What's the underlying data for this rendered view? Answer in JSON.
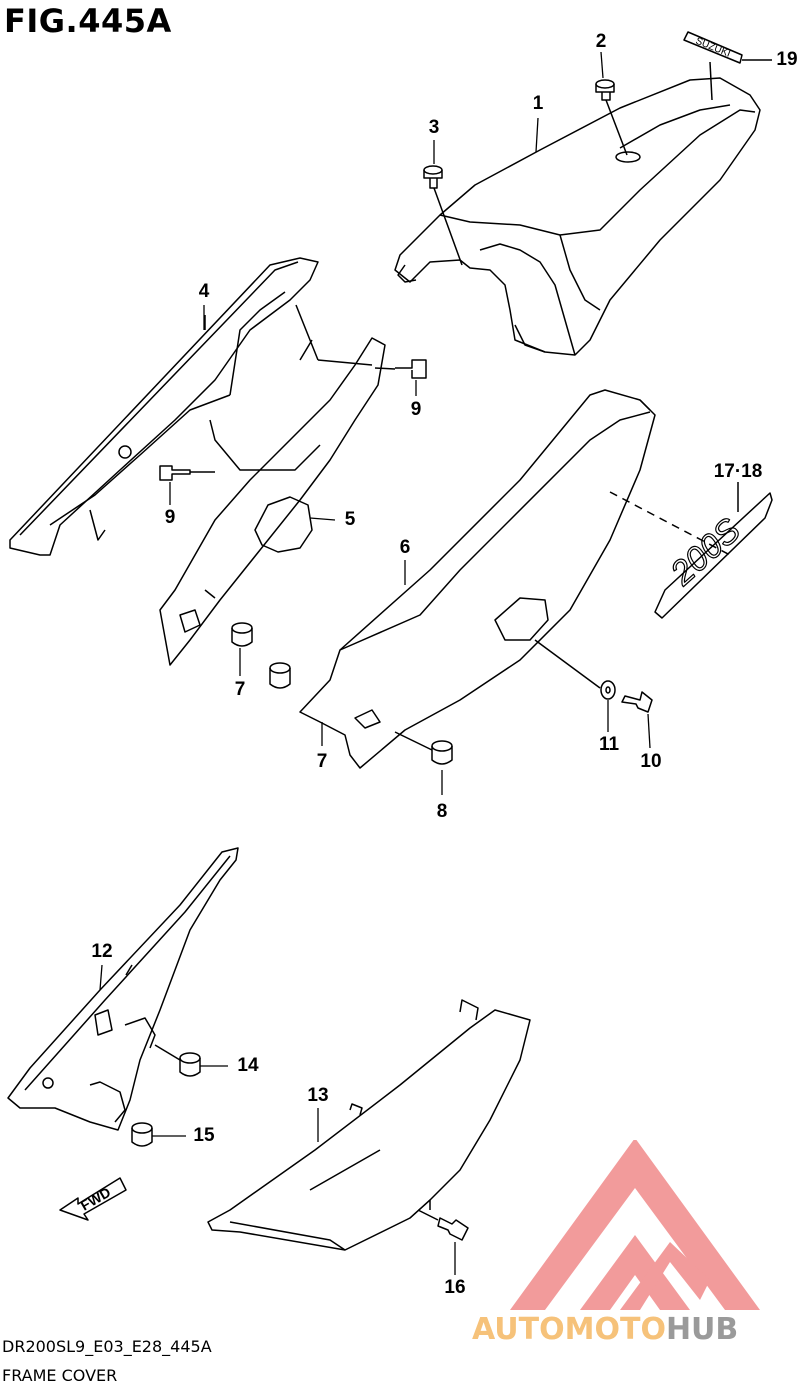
{
  "figure": {
    "title": "FIG.445A",
    "code": "DR200SL9_E03_E28_445A",
    "name": "FRAME COVER"
  },
  "callouts": [
    {
      "id": "c1",
      "text": "1"
    },
    {
      "id": "c2",
      "text": "2"
    },
    {
      "id": "c3",
      "text": "3"
    },
    {
      "id": "c4",
      "text": "4"
    },
    {
      "id": "c5",
      "text": "5"
    },
    {
      "id": "c6",
      "text": "6"
    },
    {
      "id": "c7a",
      "text": "7"
    },
    {
      "id": "c7b",
      "text": "7"
    },
    {
      "id": "c8",
      "text": "8"
    },
    {
      "id": "c9a",
      "text": "9"
    },
    {
      "id": "c9b",
      "text": "9"
    },
    {
      "id": "c10",
      "text": "10"
    },
    {
      "id": "c11",
      "text": "11"
    },
    {
      "id": "c12",
      "text": "12"
    },
    {
      "id": "c13",
      "text": "13"
    },
    {
      "id": "c14",
      "text": "14"
    },
    {
      "id": "c15",
      "text": "15"
    },
    {
      "id": "c16",
      "text": "16"
    },
    {
      "id": "c1718",
      "text": "17·18"
    },
    {
      "id": "c19",
      "text": "19"
    }
  ],
  "decal_text": {
    "emblem": "SUZUKI",
    "side": "200S"
  },
  "fwd_label": "FWD",
  "watermark": {
    "part1": "AUTOMOTO",
    "part2": "HUB"
  },
  "colors": {
    "line": "#000000",
    "watermark_red": "#f08a8a",
    "watermark_orange": "#f6c27a",
    "watermark_gray": "#9a9a9a"
  }
}
